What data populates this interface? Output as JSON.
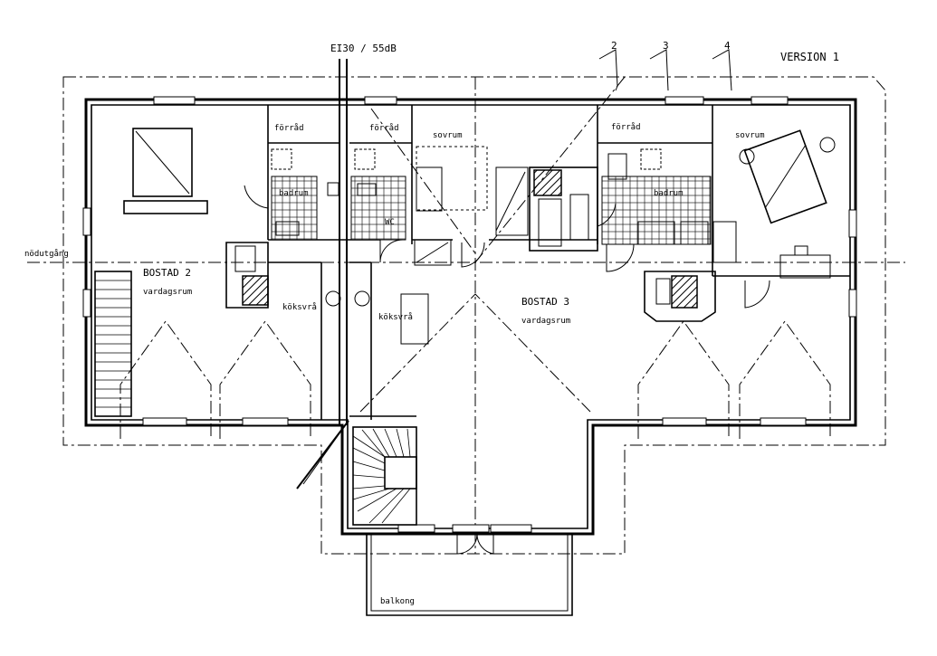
{
  "labels": {
    "wall_rating": "EI30 / 55dB",
    "version": "VERSION 1",
    "section_2": "2",
    "section_3": "3",
    "section_4": "4",
    "emergency_exit": "nödutgång",
    "bostad_2": "BOSTAD 2",
    "vardagsrum_2": "vardagsrum",
    "koksvra_left": "köksvrå",
    "koksvra_mid": "köksvrå",
    "bostad_3": "BOSTAD 3",
    "vardagsrum_3": "vardagsrum",
    "forrad_1": "förråd",
    "forrad_2": "förråd",
    "forrad_3": "förråd",
    "sovrum_1": "sovrum",
    "sovrum_2": "sovrum",
    "badrum_1": "badrum",
    "badrum_2": "badrum",
    "wc_mark": "WC",
    "balkong": "balkong"
  }
}
